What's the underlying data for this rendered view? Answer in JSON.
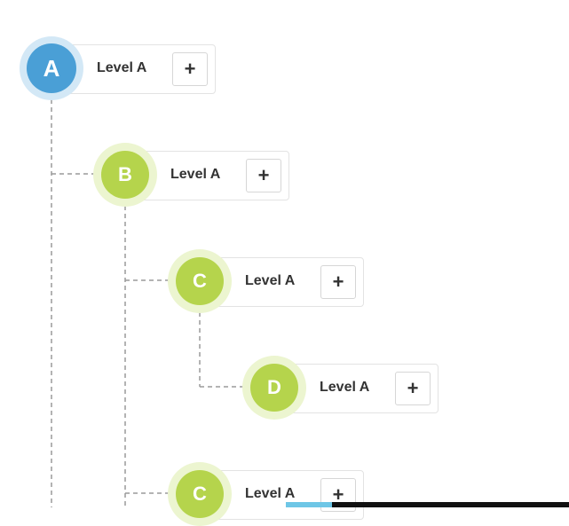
{
  "nodes": [
    {
      "letter": "A",
      "label": "Level A",
      "add_label": "+",
      "color": "blue"
    },
    {
      "letter": "B",
      "label": "Level A",
      "add_label": "+",
      "color": "green"
    },
    {
      "letter": "C",
      "label": "Level A",
      "add_label": "+",
      "color": "green"
    },
    {
      "letter": "D",
      "label": "Level A",
      "add_label": "+",
      "color": "green"
    },
    {
      "letter": "C",
      "label": "Level A",
      "add_label": "+",
      "color": "green"
    }
  ],
  "colors": {
    "root_accent": "#4a9fd6",
    "child_accent": "#b5d44c",
    "connector": "#999999"
  }
}
